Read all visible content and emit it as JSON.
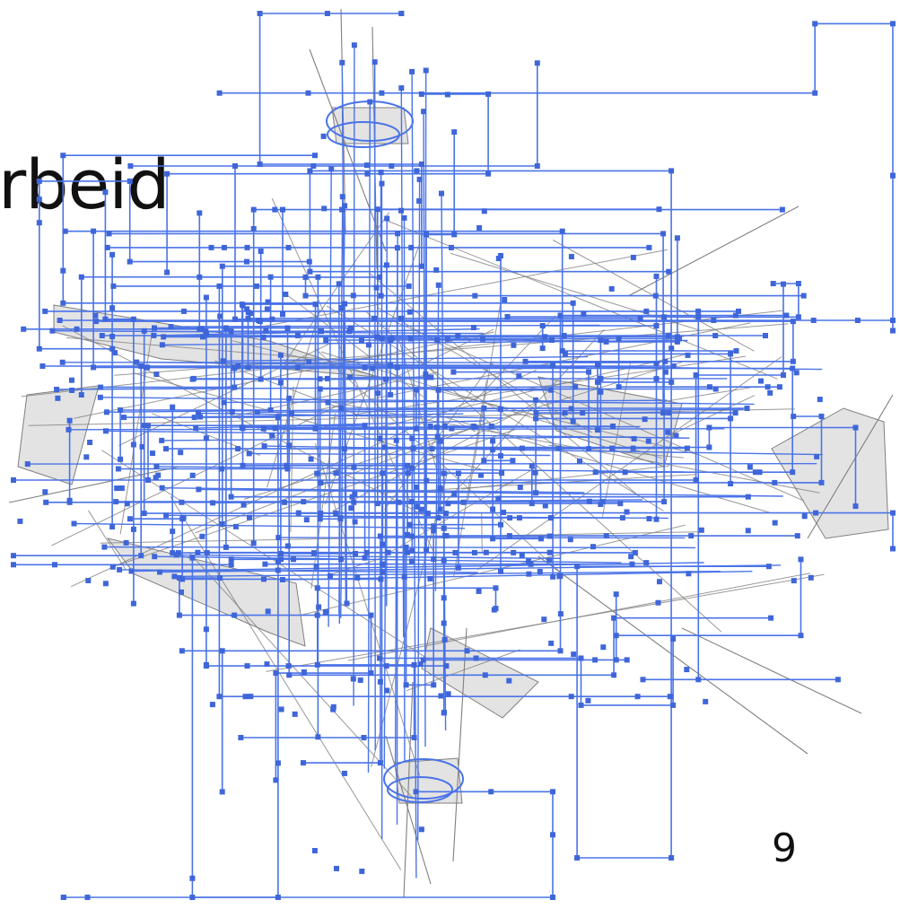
{
  "slide": {
    "title_fragment": "rbeid",
    "slide_number": "9"
  },
  "colors": {
    "path_stroke": "#4a73e8",
    "anchor_fill": "#3f66d9",
    "shadow_fill": "#d9d9d9",
    "shadow_stroke": "#7f7f7f"
  },
  "illustration": {
    "icon": "tangled-vector-paths-illustration"
  }
}
